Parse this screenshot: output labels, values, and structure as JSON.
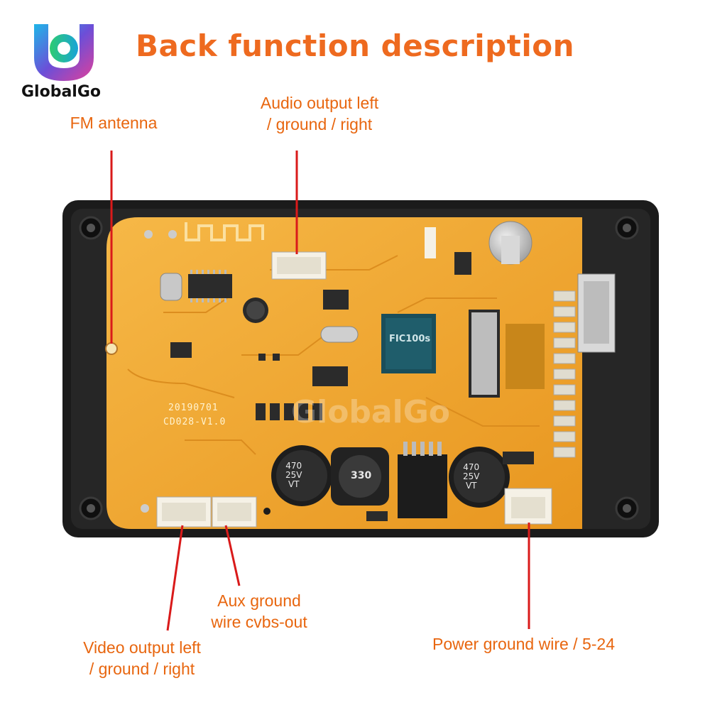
{
  "title": "Back function description",
  "brand": {
    "logo_text": "GlobalGo",
    "watermark": "GlobalGo"
  },
  "board_silkscreen": {
    "date": "20190701",
    "model": "CD028-V1.0",
    "chip": "FIC100s"
  },
  "capacitor_marking": {
    "line1": "470",
    "line2": "25V",
    "line3": "VT"
  },
  "inductor_marking": "330",
  "callouts": {
    "fm_antenna": "FM antenna",
    "audio_output_line1": "Audio output left",
    "audio_output_line2": "/ ground / right",
    "video_output_line1": "Video output left",
    "video_output_line2": "/ ground / right",
    "aux_line1": "Aux ground",
    "aux_line2": "wire cvbs-out",
    "power": "Power ground wire / 5-24"
  },
  "colors": {
    "accent_text": "#e8660f",
    "leader_line": "#d91a1a",
    "board": "#f1a431",
    "frame": "#1b1b1b"
  }
}
